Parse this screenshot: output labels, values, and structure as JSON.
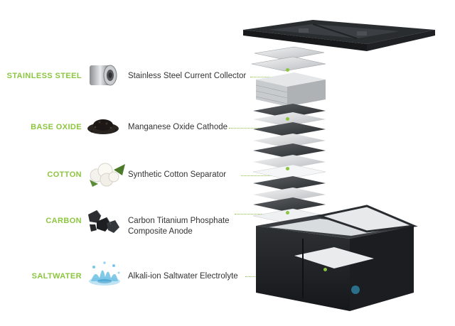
{
  "accent_color": "#8cc63f",
  "layers": [
    {
      "category": "STAINLESS STEEL",
      "description": "Stainless Steel Current Collector",
      "icon": "steel-cylinder-icon"
    },
    {
      "category": "BASE OXIDE",
      "description": "Manganese Oxide Cathode",
      "icon": "oxide-powder-icon"
    },
    {
      "category": "COTTON",
      "description": "Synthetic Cotton Separator",
      "icon": "cotton-boll-icon"
    },
    {
      "category": "CARBON",
      "description": "Carbon Titanium Phosphate Composite Anode",
      "description_line1": "Carbon Titanium Phosphate",
      "description_line2": "Composite Anode",
      "icon": "carbon-chunks-icon"
    },
    {
      "category": "SALTWATER",
      "description": "Alkali-ion Saltwater Electrolyte",
      "icon": "water-splash-icon"
    }
  ]
}
